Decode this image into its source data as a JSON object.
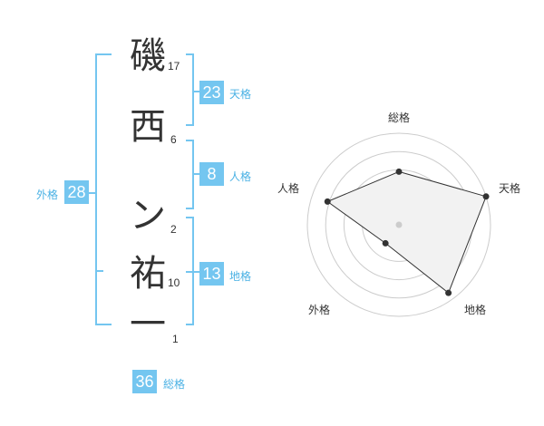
{
  "name": {
    "chars": [
      {
        "char": "磯",
        "strokes": "17"
      },
      {
        "char": "西",
        "strokes": "6"
      },
      {
        "char": "ン",
        "strokes": "2"
      },
      {
        "char": "祐",
        "strokes": "10"
      },
      {
        "char": "一",
        "strokes": "1"
      }
    ]
  },
  "fortunes": {
    "tenkaku": {
      "label": "天格",
      "value": "23"
    },
    "jinkaku": {
      "label": "人格",
      "value": "8"
    },
    "chikaku": {
      "label": "地格",
      "value": "13"
    },
    "gaikaku": {
      "label": "外格",
      "value": "28"
    },
    "soukaku": {
      "label": "総格",
      "value": "36"
    }
  },
  "radar": {
    "labels": {
      "top": "総格",
      "right": "天格",
      "bottom_right": "地格",
      "bottom_left": "外格",
      "left": "人格"
    },
    "values": {
      "soukaku": 0.58,
      "tenkaku": 1.0,
      "chikaku": 0.92,
      "gaikaku": 0.25,
      "jinkaku": 0.82
    },
    "colors": {
      "fill": "#f2f2f2",
      "stroke": "#333333",
      "grid": "#cccccc",
      "center": "#cccccc"
    }
  },
  "colors": {
    "accent": "#74c6f0",
    "label": "#4ab1e4",
    "text": "#333333"
  }
}
